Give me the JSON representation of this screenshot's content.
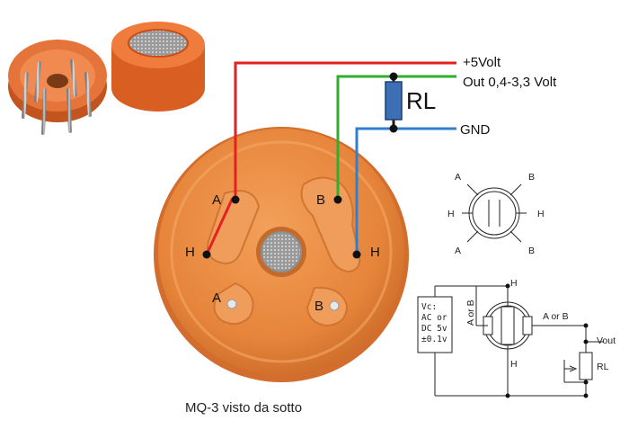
{
  "colors": {
    "sensor_body": "#e98438",
    "sensor_dark": "#c96020",
    "supply_wire": "#e52020",
    "output_wire": "#2fae2f",
    "ground_wire": "#2f7fd0",
    "resistor": "#3d6fb5"
  },
  "connections": {
    "vcc": "+5Volt",
    "out": "Out 0,4-3,3 Volt",
    "gnd": "GND",
    "load_resistor": "RL"
  },
  "pins": {
    "top_left": "A",
    "mid_left": "H",
    "bottom_left": "A",
    "top_right": "B",
    "mid_right": "H",
    "bottom_right": "B"
  },
  "pinout_symbol": {
    "a_top": "A",
    "b_top": "B",
    "h_left": "H",
    "h_right": "H",
    "a_bottom": "A",
    "b_bottom": "B"
  },
  "schematic": {
    "vc_line1": "Vc:",
    "vc_line2": "AC or",
    "vc_line3": "DC 5v",
    "vc_line4": "±0.1v",
    "a_or_b_vertical": "A or B",
    "h_top": "H",
    "h_bottom": "H",
    "a_or_b_right": "A or B",
    "vout": "Vout",
    "rl": "RL"
  },
  "caption": "MQ-3 visto da sotto"
}
